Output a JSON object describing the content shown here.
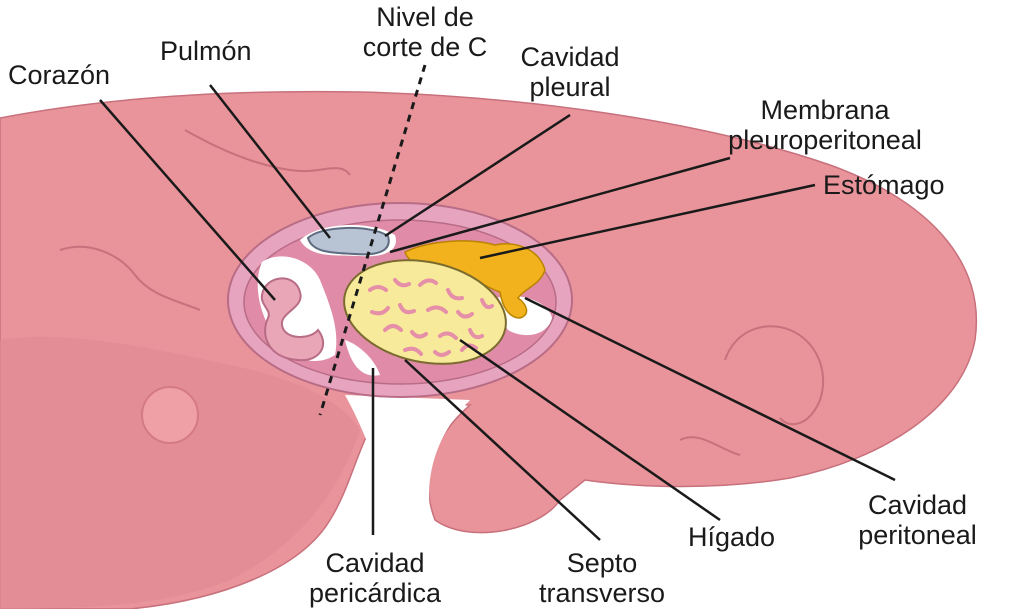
{
  "labels": {
    "nivel_line1": "Nivel de",
    "nivel_line2": "corte de C",
    "pulmon": "Pulmón",
    "corazon": "Corazón",
    "cavidad_pleural_line1": "Cavidad",
    "cavidad_pleural_line2": "pleural",
    "membrana_line1": "Membrana",
    "membrana_line2": "pleuroperitoneal",
    "estomago": "Estómago",
    "cavidad_pericardica_line1": "Cavidad",
    "cavidad_pericardica_line2": "pericárdica",
    "septo_line1": "Septo",
    "septo_line2": "transverso",
    "higado": "Hígado",
    "cavidad_peritoneal_line1": "Cavidad",
    "cavidad_peritoneal_line2": "peritoneal"
  },
  "colors": {
    "embryo_body": "#e8949a",
    "embryo_dark": "#d97c86",
    "membrane_pink": "#e7a4be",
    "cavity_white": "#ffffff",
    "lung_fill": "#b8c4d4",
    "liver_fill": "#f7ea9a",
    "liver_spots": "#e58fa8",
    "stomach_fill": "#f2b21d",
    "leader_lines": "#1a1a1a"
  }
}
